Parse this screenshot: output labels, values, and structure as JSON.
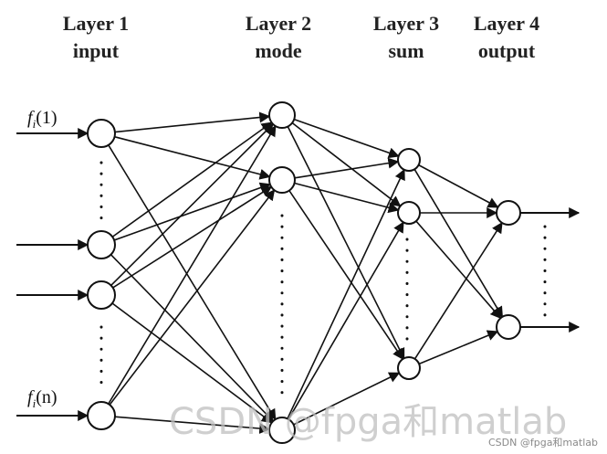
{
  "layers": [
    {
      "title": "Layer 1",
      "subtitle": "input"
    },
    {
      "title": "Layer 2",
      "subtitle": "mode"
    },
    {
      "title": "Layer 3",
      "subtitle": "sum"
    },
    {
      "title": "Layer 4",
      "subtitle": "output"
    }
  ],
  "inputs": {
    "first": {
      "fn": "f",
      "sub": "i",
      "arg": "(1)"
    },
    "last": {
      "fn": "f",
      "sub": "i",
      "arg": "(n)"
    }
  },
  "watermark": "CSDN @fpga和matlab",
  "credit": "CSDN @fpga和matlab"
}
